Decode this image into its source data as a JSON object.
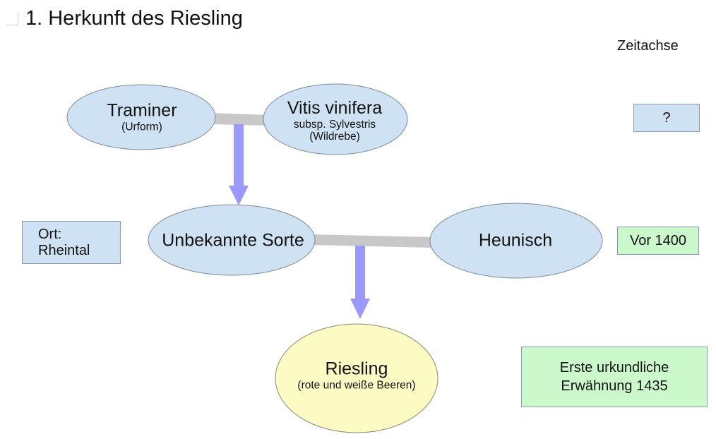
{
  "title": "1. Herkunft des Riesling",
  "timeline_label": "Zeitachse",
  "colors": {
    "ellipse_blue": "#cfe2f3",
    "ellipse_yellow": "#fdfbc4",
    "box_blue": "#cfe2f3",
    "box_green": "#ccf9cc",
    "connector_gray": "#c8c8c8",
    "arrow_purple": "#9999ff"
  },
  "nodes": {
    "traminer": {
      "name": "Traminer",
      "note": "(Urform)"
    },
    "vitis": {
      "name": "Vitis vinifera",
      "note1": "subsp. Sylvestris",
      "note2": "(Wildrebe)"
    },
    "unbekannt": {
      "name": "Unbekannte Sorte"
    },
    "heunisch": {
      "name": "Heunisch"
    },
    "riesling": {
      "name": "Riesling",
      "note": "(rote und weiße Beeren)"
    }
  },
  "boxes": {
    "ort": {
      "line1": "Ort:",
      "line2": "Rheintal"
    },
    "unknown_time": {
      "text": "?"
    },
    "vor1400": {
      "text": "Vor 1400"
    },
    "erwaehnung": {
      "line1": "Erste urkundliche",
      "line2": "Erwähnung 1435"
    }
  }
}
